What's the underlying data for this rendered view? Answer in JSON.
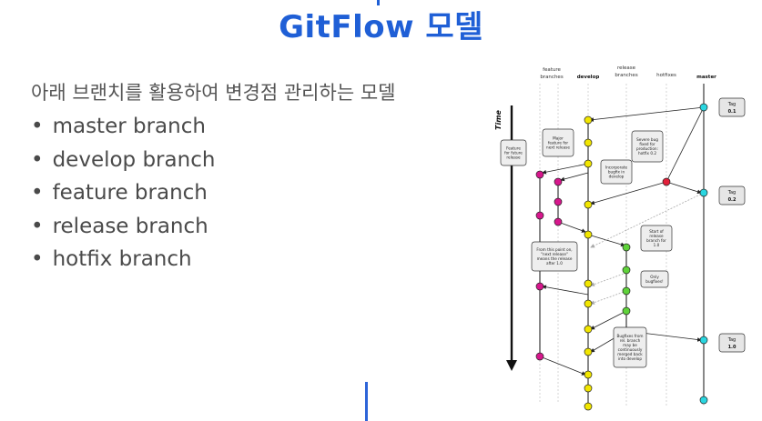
{
  "title": "GitFlow 모델",
  "intro": "아래 브랜치를 활용하여 변경점 관리하는 모델",
  "bullets": [
    "master branch",
    "develop branch",
    "feature branch",
    "release branch",
    "hotfix branch"
  ],
  "diagram": {
    "time_label": "Time",
    "headers": {
      "feature_1": "feature",
      "feature_2": "branches",
      "develop": "develop",
      "release_1": "release",
      "release_2": "branches",
      "hotfixes": "hotfixes",
      "master": "master"
    },
    "tags": [
      {
        "line1": "Tag",
        "line2": "0.1"
      },
      {
        "line1": "Tag",
        "line2": "0.2"
      },
      {
        "line1": "Tag",
        "line2": "1.0"
      }
    ],
    "notes": {
      "feature_future": [
        "Feature",
        "for future",
        "release"
      ],
      "major_feature": [
        "Major",
        "feature for",
        "next release"
      ],
      "severe_bug": [
        "Severe bug",
        "fixed for",
        "production:",
        "hotfix 0.2"
      ],
      "incorporate": [
        "Incorporate",
        "bugfix in",
        "develop"
      ],
      "start_release": [
        "Start of",
        "release",
        "branch for",
        "1.0"
      ],
      "from_this_point": [
        "From this point on,",
        "\"next release\"",
        "means the release",
        "after 1.0"
      ],
      "only_bugfixes": [
        "Only",
        "bugfixes!"
      ],
      "bugfixes_merged": [
        "Bugfixes from",
        "rel. branch",
        "may be",
        "continuously",
        "merged back",
        "into develop"
      ]
    },
    "colors": {
      "master": "#2ad6e0",
      "develop": "#f2e600",
      "feature": "#d6178c",
      "release": "#5fd23a",
      "hotfix": "#e2203a"
    }
  }
}
